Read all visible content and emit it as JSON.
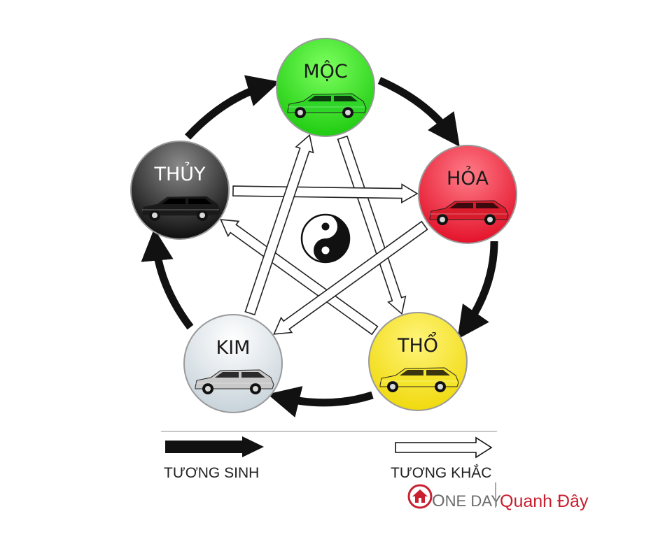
{
  "elements": [
    {
      "id": "moc",
      "label": "MỘC",
      "color_top": "#66ff4a",
      "color_bottom": "#1ed40f",
      "label_color": "#1a1a1a",
      "car_color": "#2fd628",
      "car_window": "#0c3a0c"
    },
    {
      "id": "hoa",
      "label": "HỎA",
      "color_top": "#ff5a6a",
      "color_bottom": "#e8102a",
      "label_color": "#1a1a1a",
      "car_color": "#d81c2c",
      "car_window": "#3a0a0e"
    },
    {
      "id": "tho",
      "label": "THỔ",
      "color_top": "#fff066",
      "color_bottom": "#f2dc0a",
      "label_color": "#1a1a1a",
      "car_color": "#f5e52a",
      "car_window": "#3a3410"
    },
    {
      "id": "kim",
      "label": "KIM",
      "color_top": "#ffffff",
      "color_bottom": "#c9d4dc",
      "label_color": "#1a1a1a",
      "car_color": "#c9c9c9",
      "car_window": "#2b2b2b"
    },
    {
      "id": "thuy",
      "label": "THỦY",
      "color_top": "#7a7a7a",
      "color_bottom": "#0c0c0c",
      "label_color": "#ffffff",
      "car_color": "#1a1a1a",
      "car_window": "#000000"
    }
  ],
  "legend": {
    "generating_label": "TƯƠNG SINH",
    "overcoming_label": "TƯƠNG KHẮC"
  },
  "brand": {
    "part1_o": "O",
    "part1_rest": "NE DAY",
    "part2": "Quanh Đây",
    "accent_color": "#c8202f",
    "gray_color": "#6b6b6b"
  },
  "icons": {
    "center": "yin-yang-icon",
    "car": "car-icon",
    "logo": "house-icon"
  }
}
